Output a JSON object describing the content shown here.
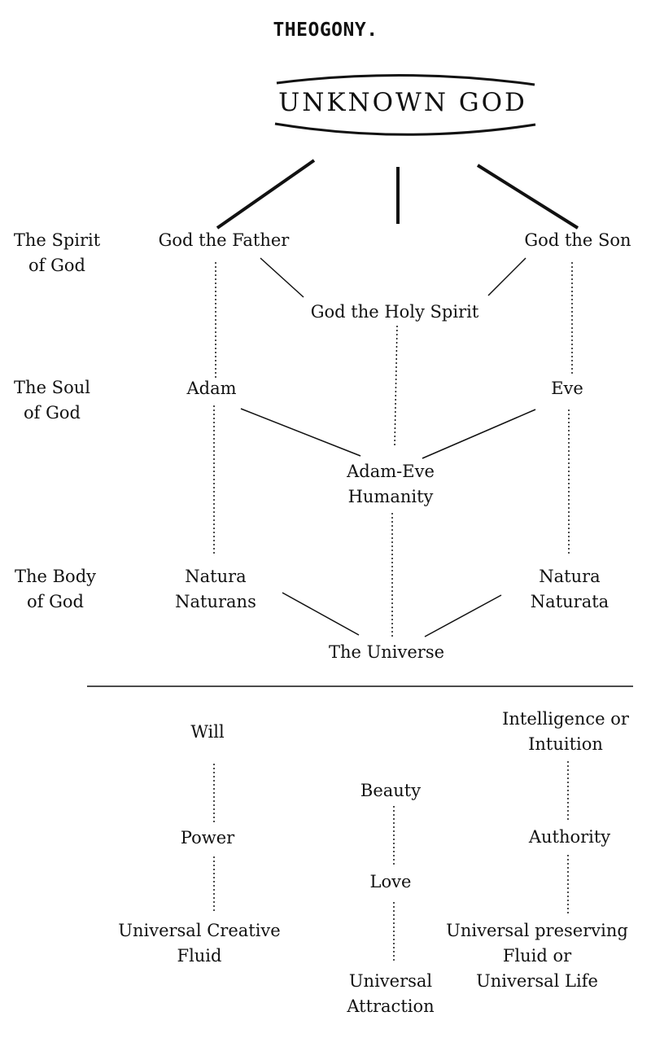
{
  "title": "THEOGONY.",
  "top_node": "UNKNOWN GOD",
  "rows": {
    "spirit": [
      "The Spirit",
      "of God"
    ],
    "soul": [
      "The Soul",
      "of God"
    ],
    "body": [
      "The Body",
      "of God"
    ]
  },
  "nodes": {
    "god_father": "God the Father",
    "god_son": "God the Son",
    "holy_spirit": "God the Holy Spirit",
    "adam": "Adam",
    "eve": "Eve",
    "adam_eve": [
      "Adam-Eve",
      "Humanity"
    ],
    "natura_naturans": [
      "Natura",
      "Naturans"
    ],
    "natura_naturata": [
      "Natura",
      "Naturata"
    ],
    "universe": "The Universe"
  },
  "lower": {
    "will": "Will",
    "power": "Power",
    "creative_fluid": [
      "Universal Creative",
      "Fluid"
    ],
    "beauty": "Beauty",
    "love": "Love",
    "attraction": [
      "Universal",
      "Attraction"
    ],
    "intelligence": [
      "Intelligence or",
      "Intuition"
    ],
    "authority": "Authority",
    "preserving": [
      "Universal preserving",
      "Fluid or",
      "Universal Life"
    ]
  }
}
